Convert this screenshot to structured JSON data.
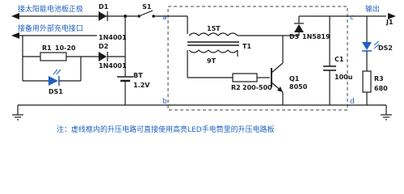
{
  "labels": {
    "solar_panel": "接太阳能电池板正极",
    "external_charge": "接备用外部充电接口",
    "output": "输出",
    "note": "注：虚线框内的升压电路可直接使用高亮LED手电筒里的升压电路板"
  },
  "components": {
    "D1": {
      "ref": "D1",
      "value": "1N4001"
    },
    "D2": {
      "ref": "D2",
      "value": "1N4001"
    },
    "D3": {
      "ref": "D3",
      "value": "1N5819"
    },
    "R1": {
      "ref": "R1",
      "value": "10-20"
    },
    "R2": {
      "ref": "R2",
      "value": "200-500"
    },
    "R3": {
      "ref": "R3",
      "value": "680"
    },
    "DS1": {
      "ref": "DS1"
    },
    "DS2": {
      "ref": "DS2"
    },
    "S1": {
      "ref": "S1"
    },
    "BT": {
      "ref": "BT",
      "value": "1.2V"
    },
    "T1": {
      "ref": "T1",
      "primary": "15T",
      "secondary": "9T"
    },
    "Q1": {
      "ref": "Q1",
      "value": "8050"
    },
    "C1": {
      "ref": "C1",
      "value": "100u"
    },
    "J1": {
      "ref": "J1"
    }
  },
  "nodes": {
    "a": "a",
    "b": "b",
    "c": "c",
    "d": "d"
  },
  "colors": {
    "label_blue": "#1f5fbf",
    "led_blue": "#1f5fbf",
    "wire": "#1a1a1a"
  }
}
